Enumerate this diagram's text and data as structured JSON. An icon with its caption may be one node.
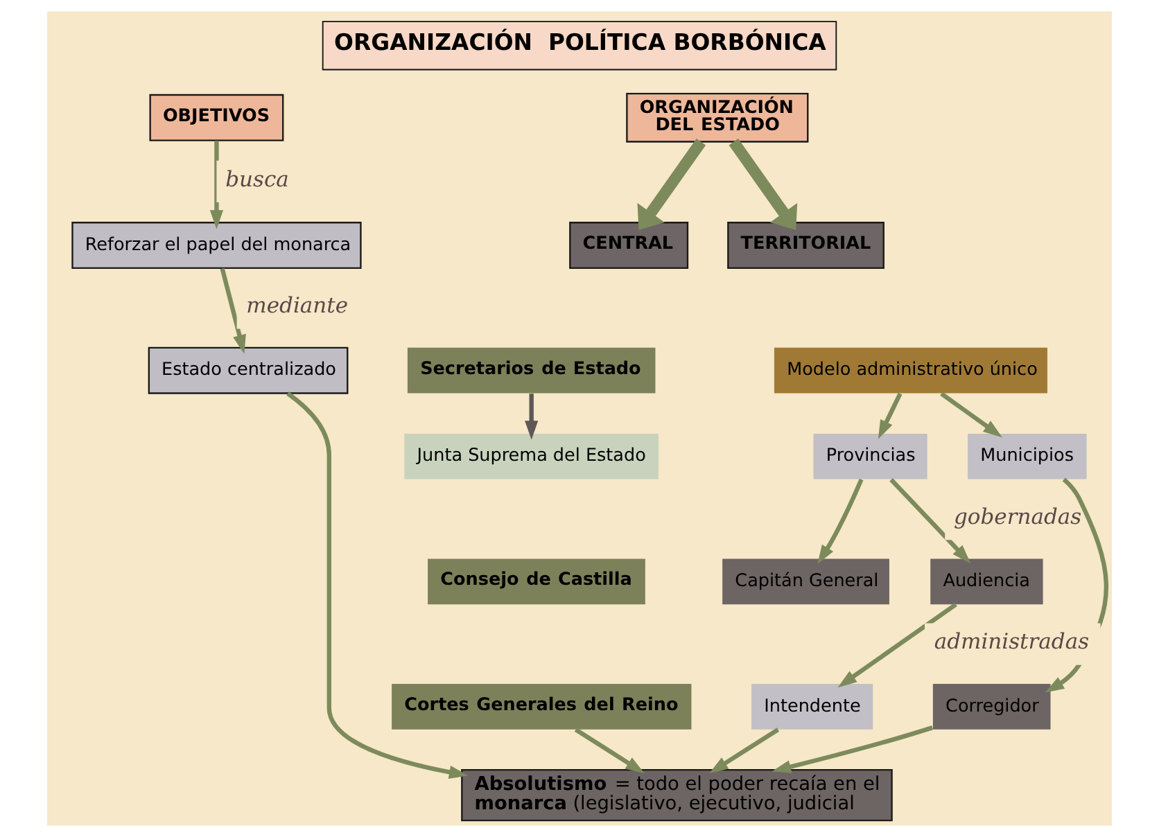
{
  "diagram": {
    "title": "ORGANIZACIÓN  POLÍTICA BORBÓNICA",
    "nodes": [
      {
        "text": [
          "OBJETIVOS"
        ]
      },
      {
        "text": [
          "ORGANIZACIÓN DEL ESTADO"
        ]
      },
      {
        "text": [
          "Reforzar el papel del monarca"
        ]
      },
      {
        "text": [
          "CENTRAL"
        ]
      },
      {
        "text": [
          "TERRITORIAL"
        ]
      },
      {
        "text": [
          "Estado centralizado"
        ]
      },
      {
        "text": [
          "Secretarios de Estado"
        ]
      },
      {
        "text": [
          "Modelo administrativo único"
        ]
      },
      {
        "text": [
          "Junta Suprema del Estado"
        ]
      },
      {
        "text": [
          "Provincias"
        ]
      },
      {
        "text": [
          "Municipios"
        ]
      },
      {
        "text": [
          "Consejo de Castilla"
        ]
      },
      {
        "text": [
          "Capitán General"
        ]
      },
      {
        "text": [
          "Audiencia"
        ]
      },
      {
        "text": [
          "Cortes Generales del Reino"
        ]
      },
      {
        "text": [
          "Corregidor"
        ]
      },
      {
        "text": [
          "Intendente"
        ]
      },
      {
        "text": [
          "**Absolutismo** = todo el poder recaía en el **monarca** (legislativo, ejecutivo, judicial"
        ]
      }
    ],
    "edges": [
      {
        "from": 0,
        "to": 2,
        "arrow": "to",
        "label": "busca"
      },
      {
        "from": 1,
        "to": 3,
        "arrow": "to",
        "style": "thick"
      },
      {
        "from": 1,
        "to": 4,
        "arrow": "to",
        "style": "thick"
      },
      {
        "from": 2,
        "to": 5,
        "arrow": "to",
        "label": "mediante"
      },
      {
        "from": 6,
        "to": 8,
        "arrow": "to",
        "color": "#5e5858"
      },
      {
        "from": 7,
        "to": 9,
        "arrow": "to"
      },
      {
        "from": 7,
        "to": 10,
        "arrow": "to"
      },
      {
        "from": 9,
        "to": 12,
        "arrow": "to"
      },
      {
        "from": 9,
        "to": 13,
        "arrow": "to",
        "label": "gobernadas"
      },
      {
        "from": 10,
        "to": 15,
        "arrow": "to"
      },
      {
        "from": 13,
        "to": 16,
        "arrow": "to",
        "label": "administradas"
      },
      {
        "from": 5,
        "to": 17,
        "arrow": "to"
      },
      {
        "from": 14,
        "to": 17,
        "arrow": "to"
      },
      {
        "from": 16,
        "to": 17,
        "arrow": "to"
      },
      {
        "from": 15,
        "to": 17,
        "arrow": "to"
      }
    ]
  }
}
